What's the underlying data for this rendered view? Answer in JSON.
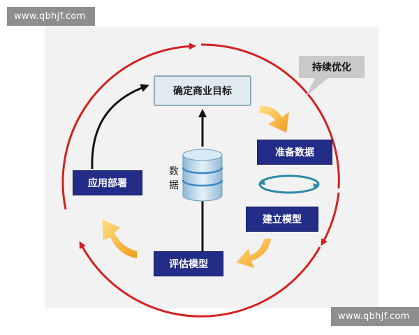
{
  "watermark": {
    "top": "www.qbhjf.com",
    "bottom": "www.qbhjf.com"
  },
  "diagram": {
    "goal": "确定商业目标",
    "prepare": "准备数据",
    "build": "建立模型",
    "evaluate": "评估模型",
    "deploy": "应用部署",
    "data": "数据",
    "callout": "持续优化"
  },
  "colors": {
    "cycle_ring": "#d42020",
    "process_box": "#232c86",
    "goal_box": "#dfeaf1",
    "progress_arrow": "#f5a623",
    "loop_ring": "#2b8aa8",
    "database": "#b9d7ea"
  }
}
